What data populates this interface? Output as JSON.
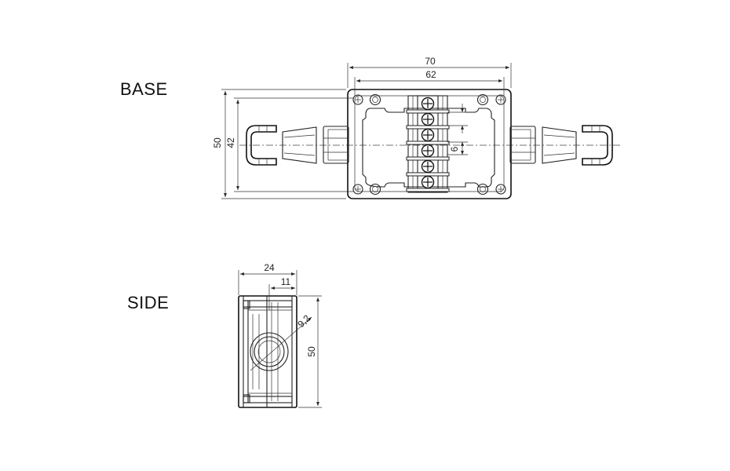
{
  "views": {
    "base_label": "BASE",
    "side_label": "SIDE"
  },
  "base_dimensions": {
    "overall_width": "70",
    "inner_width": "62",
    "overall_height": "50",
    "inner_height": "42",
    "terminal_pitch": "6"
  },
  "side_dimensions": {
    "depth": "24",
    "lid_depth": "11",
    "hole_diameter": "9,2",
    "height": "50"
  },
  "colors": {
    "line": "#222222",
    "background": "#ffffff"
  }
}
